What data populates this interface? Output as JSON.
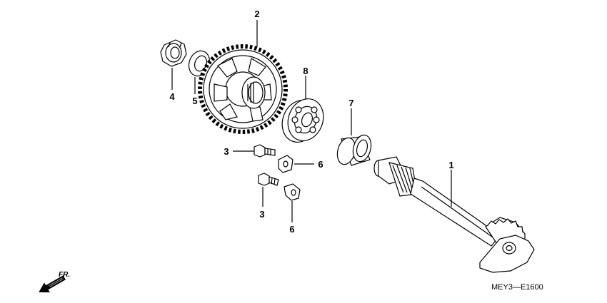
{
  "diagram": {
    "callouts": {
      "c1": "1",
      "c2": "2",
      "c3a": "3",
      "c3b": "3",
      "c4": "4",
      "c5": "5",
      "c6a": "6",
      "c6b": "6",
      "c7": "7",
      "c8": "8"
    },
    "direction_label": "FR.",
    "diagram_code": "MEY3—E1600"
  }
}
